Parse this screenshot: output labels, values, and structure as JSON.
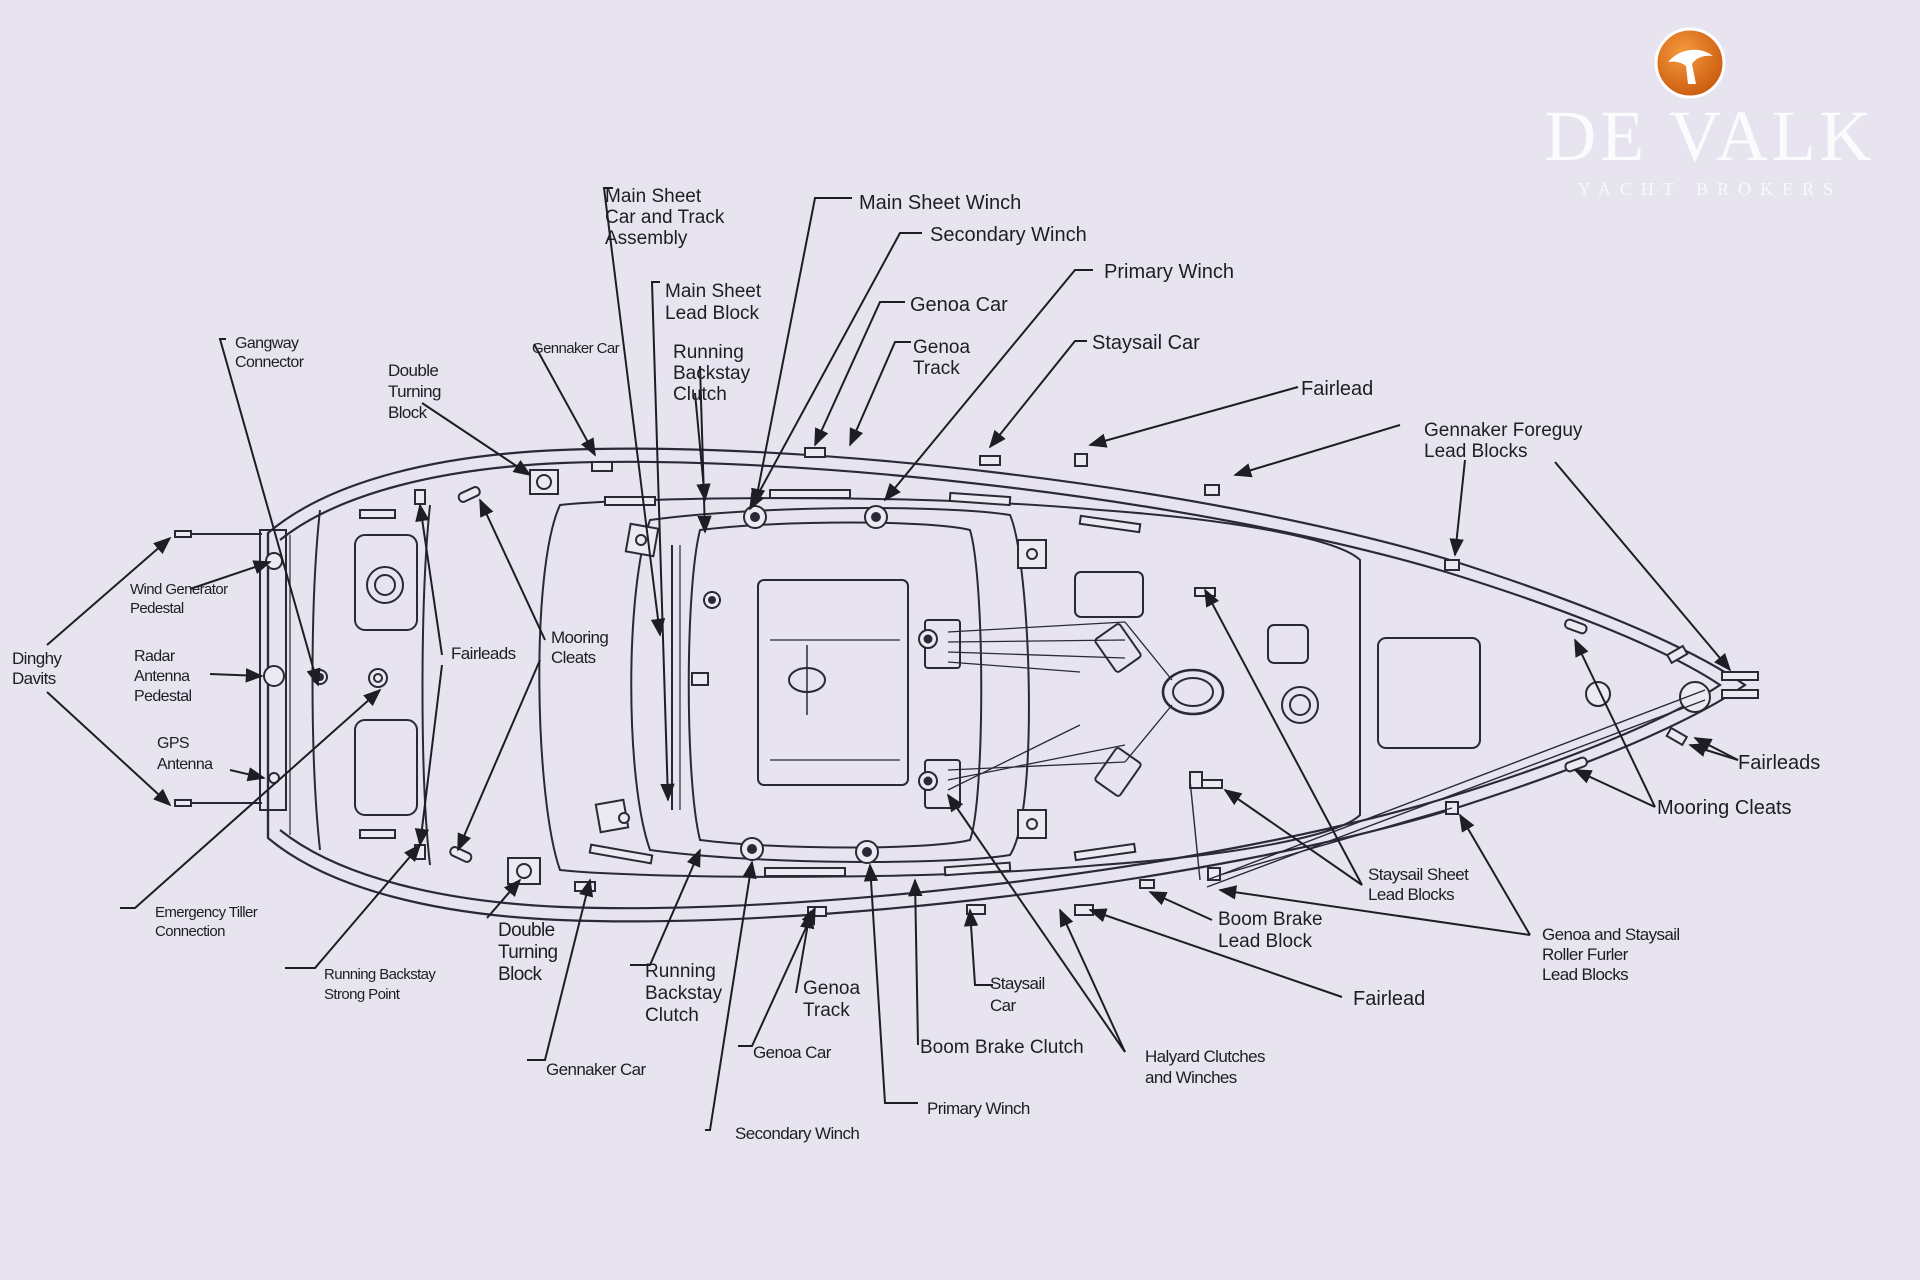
{
  "watermark": {
    "brand": "DE VALK",
    "tagline": "YACHT BROKERS",
    "logo_icon": "bird-icon",
    "logo_color": "#e2701d"
  },
  "labels": {
    "main_sheet_car": [
      "Main Sheet",
      "Car and Track",
      "Assembly"
    ],
    "main_sheet_winch": "Main Sheet Winch",
    "secondary_winch_top": "Secondary Winch",
    "primary_winch_top": "Primary Winch",
    "genoa_car_top": "Genoa Car",
    "main_sheet_lead_block": [
      "Main Sheet",
      "Lead Block"
    ],
    "genoa_track_top": [
      "Genoa",
      "Track"
    ],
    "staysail_car_top": "Staysail Car",
    "running_backstay_clutch_top": [
      "Running",
      "Backstay",
      "Clutch"
    ],
    "gennaker_car_top": "Gennaker Car",
    "gangway_connector": [
      "Gangway",
      "Connector"
    ],
    "double_turning_block_top": [
      "Double",
      "Turning",
      "Block"
    ],
    "fairlead_top": "Fairlead",
    "gennaker_foreguy": [
      "Gennaker Foreguy",
      "Lead Blocks"
    ],
    "wind_generator": [
      "Wind Generator",
      "Pedestal"
    ],
    "dinghy_davits": [
      "Dinghy",
      "Davits"
    ],
    "radar_antenna": [
      "Radar",
      "Antenna",
      "Pedestal"
    ],
    "gps_antenna": [
      "GPS",
      "Antenna"
    ],
    "fairleads_mid": "Fairleads",
    "mooring_cleats_mid": [
      "Mooring",
      "Cleats"
    ],
    "fairleads_bow": "Fairleads",
    "mooring_cleats_bow": "Mooring Cleats",
    "emergency_tiller": [
      "Emergency Tiller",
      "Connection"
    ],
    "running_backstay_strong": [
      "Running Backstay",
      "Strong Point"
    ],
    "double_turning_block_bottom": [
      "Double",
      "Turning",
      "Block"
    ],
    "gennaker_car_bottom": "Gennaker Car",
    "running_backstay_clutch_bottom": [
      "Running",
      "Backstay",
      "Clutch"
    ],
    "genoa_track_bottom": [
      "Genoa",
      "Track"
    ],
    "genoa_car_bottom": "Genoa Car",
    "secondary_winch_bottom": "Secondary Winch",
    "primary_winch_bottom": "Primary Winch",
    "boom_brake_clutch": "Boom Brake Clutch",
    "staysail_car_bottom": [
      "Staysail",
      "Car"
    ],
    "halyard_clutches": [
      "Halyard Clutches",
      "and Winches"
    ],
    "boom_brake_lead_block": [
      "Boom Brake",
      "Lead Block"
    ],
    "fairlead_bottom": "Fairlead",
    "staysail_sheet_lead_blocks": [
      "Staysail Sheet",
      "Lead Blocks"
    ],
    "roller_furler_blocks": [
      "Genoa and Staysail",
      "Roller Furler",
      "Lead Blocks"
    ]
  }
}
